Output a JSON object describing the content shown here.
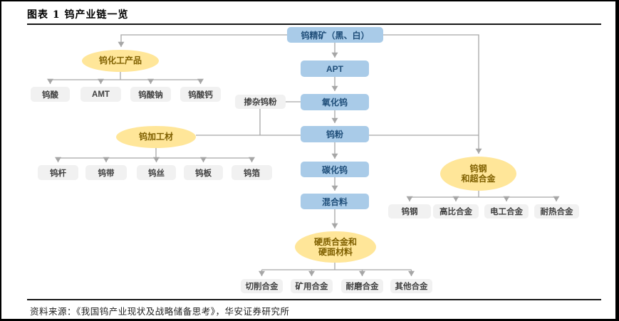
{
  "title": "图表 1 钨产业链一览",
  "footer": {
    "source": "资料来源：《我国钨产业现状及战略储备思考》，华安证券研究所"
  },
  "nodes": {
    "concentrate": "钨精矿（黑、白）",
    "apt": "APT",
    "oxide": "氧化钨",
    "powder": "钨粉",
    "carbide": "碳化钨",
    "mixture": "混合料",
    "doped_powder": "掺杂钨粉"
  },
  "groups": {
    "chemical": {
      "label": "钨化工产品",
      "children": [
        "钨酸",
        "AMT",
        "钨酸钠",
        "钨酸钙"
      ]
    },
    "processed": {
      "label": "钨加工材",
      "children": [
        "钨杆",
        "钨带",
        "钨丝",
        "钨板",
        "钨箔"
      ]
    },
    "steel": {
      "label_line1": "钨钢",
      "label_line2": "和超合金",
      "children": [
        "钨钢",
        "高比合金",
        "电工合金",
        "耐热合金"
      ]
    },
    "hard": {
      "label_line1": "硬质合金和",
      "label_line2": "硬面材料",
      "children": [
        "切削合金",
        "矿用合金",
        "耐磨合金",
        "其他合金"
      ]
    }
  },
  "colors": {
    "chain_box_fill": "#a9cbe8",
    "chain_box_text": "#1f4e79",
    "ellipse_fill": "#ffe699",
    "ellipse_text": "#7f6000",
    "leaf_box_fill": "#f1f1f1",
    "leaf_box_text": "#3f3f3f",
    "connector": "#a6a6a6",
    "frame": "#000000"
  }
}
